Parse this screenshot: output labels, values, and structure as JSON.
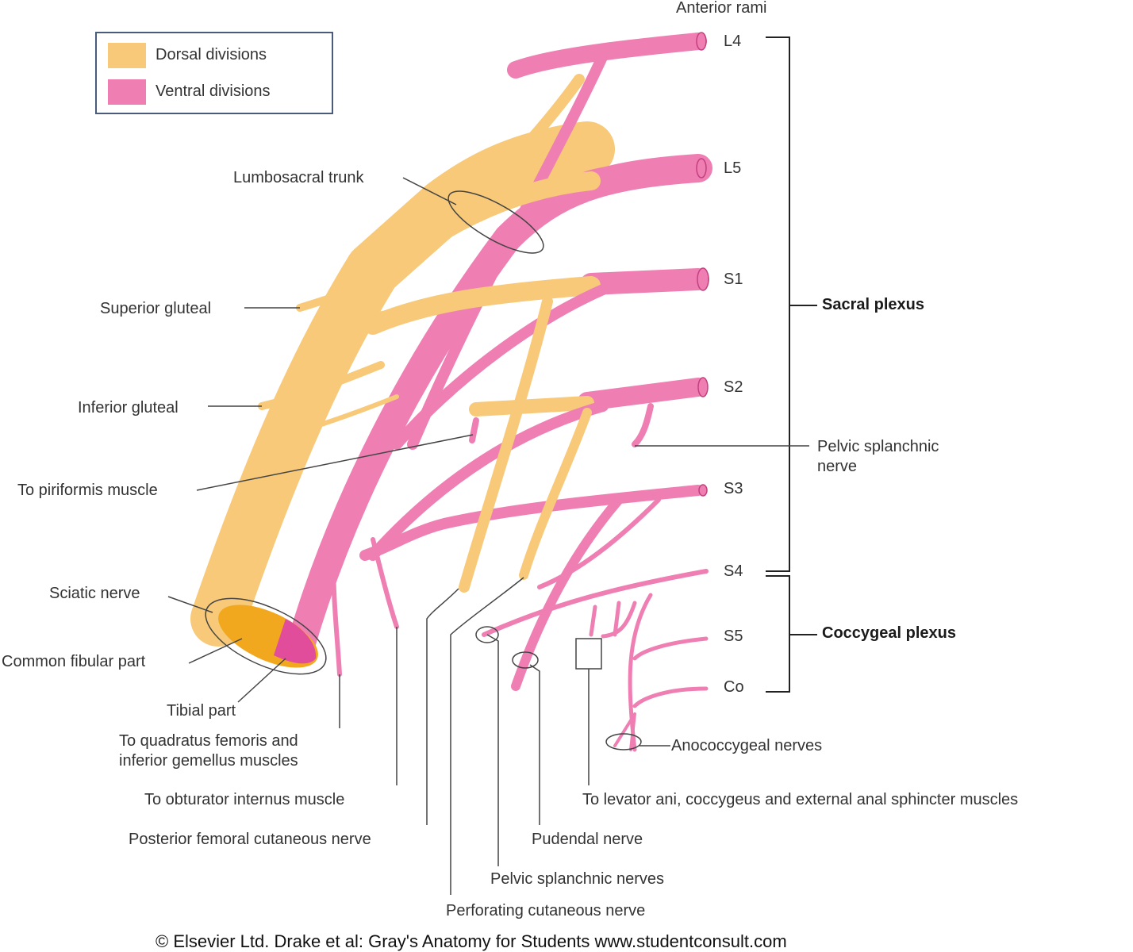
{
  "colors": {
    "dorsal": "#f7c979",
    "ventral": "#ef7fb3",
    "line": "#444444",
    "dorsal_core": "#f2a81e",
    "ventral_core": "#e14d9a"
  },
  "legend": {
    "dorsal": "Dorsal divisions",
    "ventral": "Ventral divisions"
  },
  "header": {
    "anterior_rami": "Anterior rami"
  },
  "rami": {
    "l4": "L4",
    "l5": "L5",
    "s1": "S1",
    "s2": "S2",
    "s3": "S3",
    "s4": "S4",
    "s5": "S5",
    "co": "Co"
  },
  "groups": {
    "sacral": "Sacral plexus",
    "coccygeal": "Coccygeal plexus"
  },
  "labels": {
    "lumbosacral_trunk": "Lumbosacral trunk",
    "superior_gluteal": "Superior gluteal",
    "inferior_gluteal": "Inferior gluteal",
    "piriformis": "To piriformis muscle",
    "sciatic": "Sciatic nerve",
    "common_fibular": "Common fibular part",
    "tibial": "Tibial part",
    "quadratus_1": "To quadratus femoris and",
    "quadratus_2": "inferior gemellus muscles",
    "obturator": "To obturator internus muscle",
    "posterior_femoral": "Posterior femoral cutaneous nerve",
    "pudendal": "Pudendal nerve",
    "pelvic_splanchnic_nerves": "Pelvic splanchnic nerves",
    "perforating": "Perforating cutaneous nerve",
    "pelvic_splanchnic_1": "Pelvic splanchnic",
    "pelvic_splanchnic_2": "nerve",
    "anococcygeal": "Anococcygeal nerves",
    "levator": "To levator ani, coccygeus and external anal sphincter muscles"
  },
  "credit": "© Elsevier Ltd. Drake et al: Gray's Anatomy for Students www.studentconsult.com"
}
